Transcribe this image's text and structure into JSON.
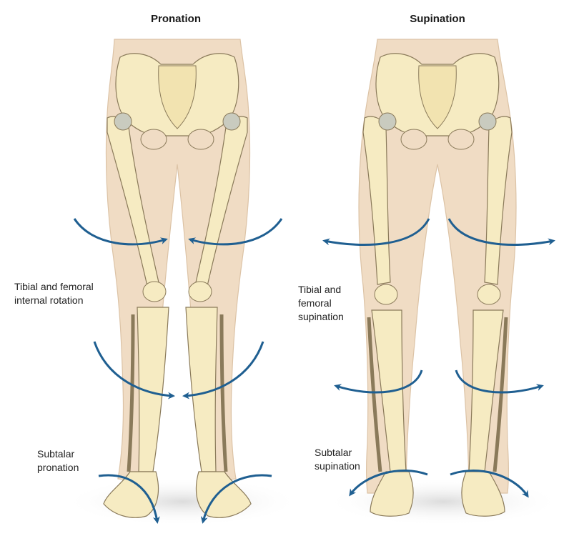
{
  "panels": [
    {
      "title": "Pronation",
      "labels": {
        "upper": "Tibial and femoral internal rotation",
        "upper_lines": [
          "Tibial and femoral",
          "internal rotation"
        ],
        "lower_lines": [
          "Subtalar",
          "pronation"
        ]
      }
    },
    {
      "title": "Supination",
      "labels": {
        "upper_lines": [
          "Tibial and",
          "femoral",
          "supination"
        ],
        "lower_lines": [
          "Subtalar",
          "supination"
        ]
      }
    }
  ],
  "colors": {
    "skin": "#f0dcc4",
    "skin_edge": "#d9bfa2",
    "bone": "#f6ebc2",
    "bone_edge": "#8a7a5a",
    "cartilage": "#c9cbbf",
    "arrow": "#1f5f91",
    "shadow": "#e4e4e4"
  },
  "icons": {
    "rotation_arrow": "curved-arrow-icon"
  }
}
